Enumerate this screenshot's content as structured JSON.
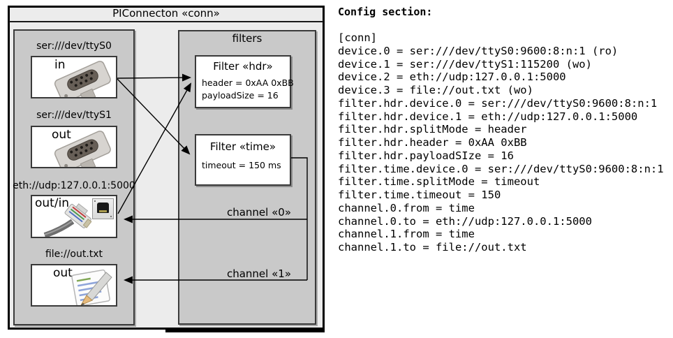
{
  "diagram": {
    "title": "PIConnecton «conn»",
    "devices_panel": {
      "devices": [
        {
          "label": "ser:///dev/ttyS0",
          "port": "in",
          "icon": "serial-connector"
        },
        {
          "label": "ser:///dev/ttyS1",
          "port": "out",
          "icon": "serial-connector"
        },
        {
          "label": "eth://udp:127.0.0.1:5000",
          "port": "out/in",
          "icon": "ethernet-cable-and-jack"
        },
        {
          "label": "file://out.txt",
          "port": "out",
          "icon": "notepad-pencil"
        }
      ]
    },
    "filters_panel": {
      "title": "filters",
      "filters": [
        {
          "title": "Filter «hdr»",
          "properties": [
            "header = 0xAA 0xBB",
            "payloadSize = 16"
          ]
        },
        {
          "title": "Filter «time»",
          "properties": [
            "timeout = 150 ms"
          ]
        }
      ]
    },
    "channels": [
      {
        "label": "channel «0»"
      },
      {
        "label": "channel «1»"
      }
    ]
  },
  "config": {
    "title": "Config section:",
    "lines": [
      "[conn]",
      "device.0 = ser:///dev/ttyS0:9600:8:n:1 (ro)",
      "device.1 = ser:///dev/ttyS1:115200 (wo)",
      "device.2 = eth://udp:127.0.0.1:5000",
      "device.3 = file://out.txt (wo)",
      "filter.hdr.device.0 = ser:///dev/ttyS0:9600:8:n:1",
      "filter.hdr.device.1 = eth://udp:127.0.0.1:5000",
      "filter.hdr.splitMode = header",
      "filter.hdr.header = 0xAA 0xBB",
      "filter.hdr.payloadSIze = 16",
      "filter.time.device.0 = ser:///dev/ttyS0:9600:8:n:1",
      "filter.time.splitMode = timeout",
      "filter.time.timeout = 150",
      "channel.0.from = time",
      "channel.0.to = eth://udp:127.0.0.1:5000",
      "channel.1.from = time",
      "channel.1.to = file://out.txt"
    ]
  },
  "colors": {
    "frame_bg": "#ececec",
    "panel_bg": "#c9c9c9",
    "box_bg": "#ffffff",
    "line": "#000000"
  }
}
